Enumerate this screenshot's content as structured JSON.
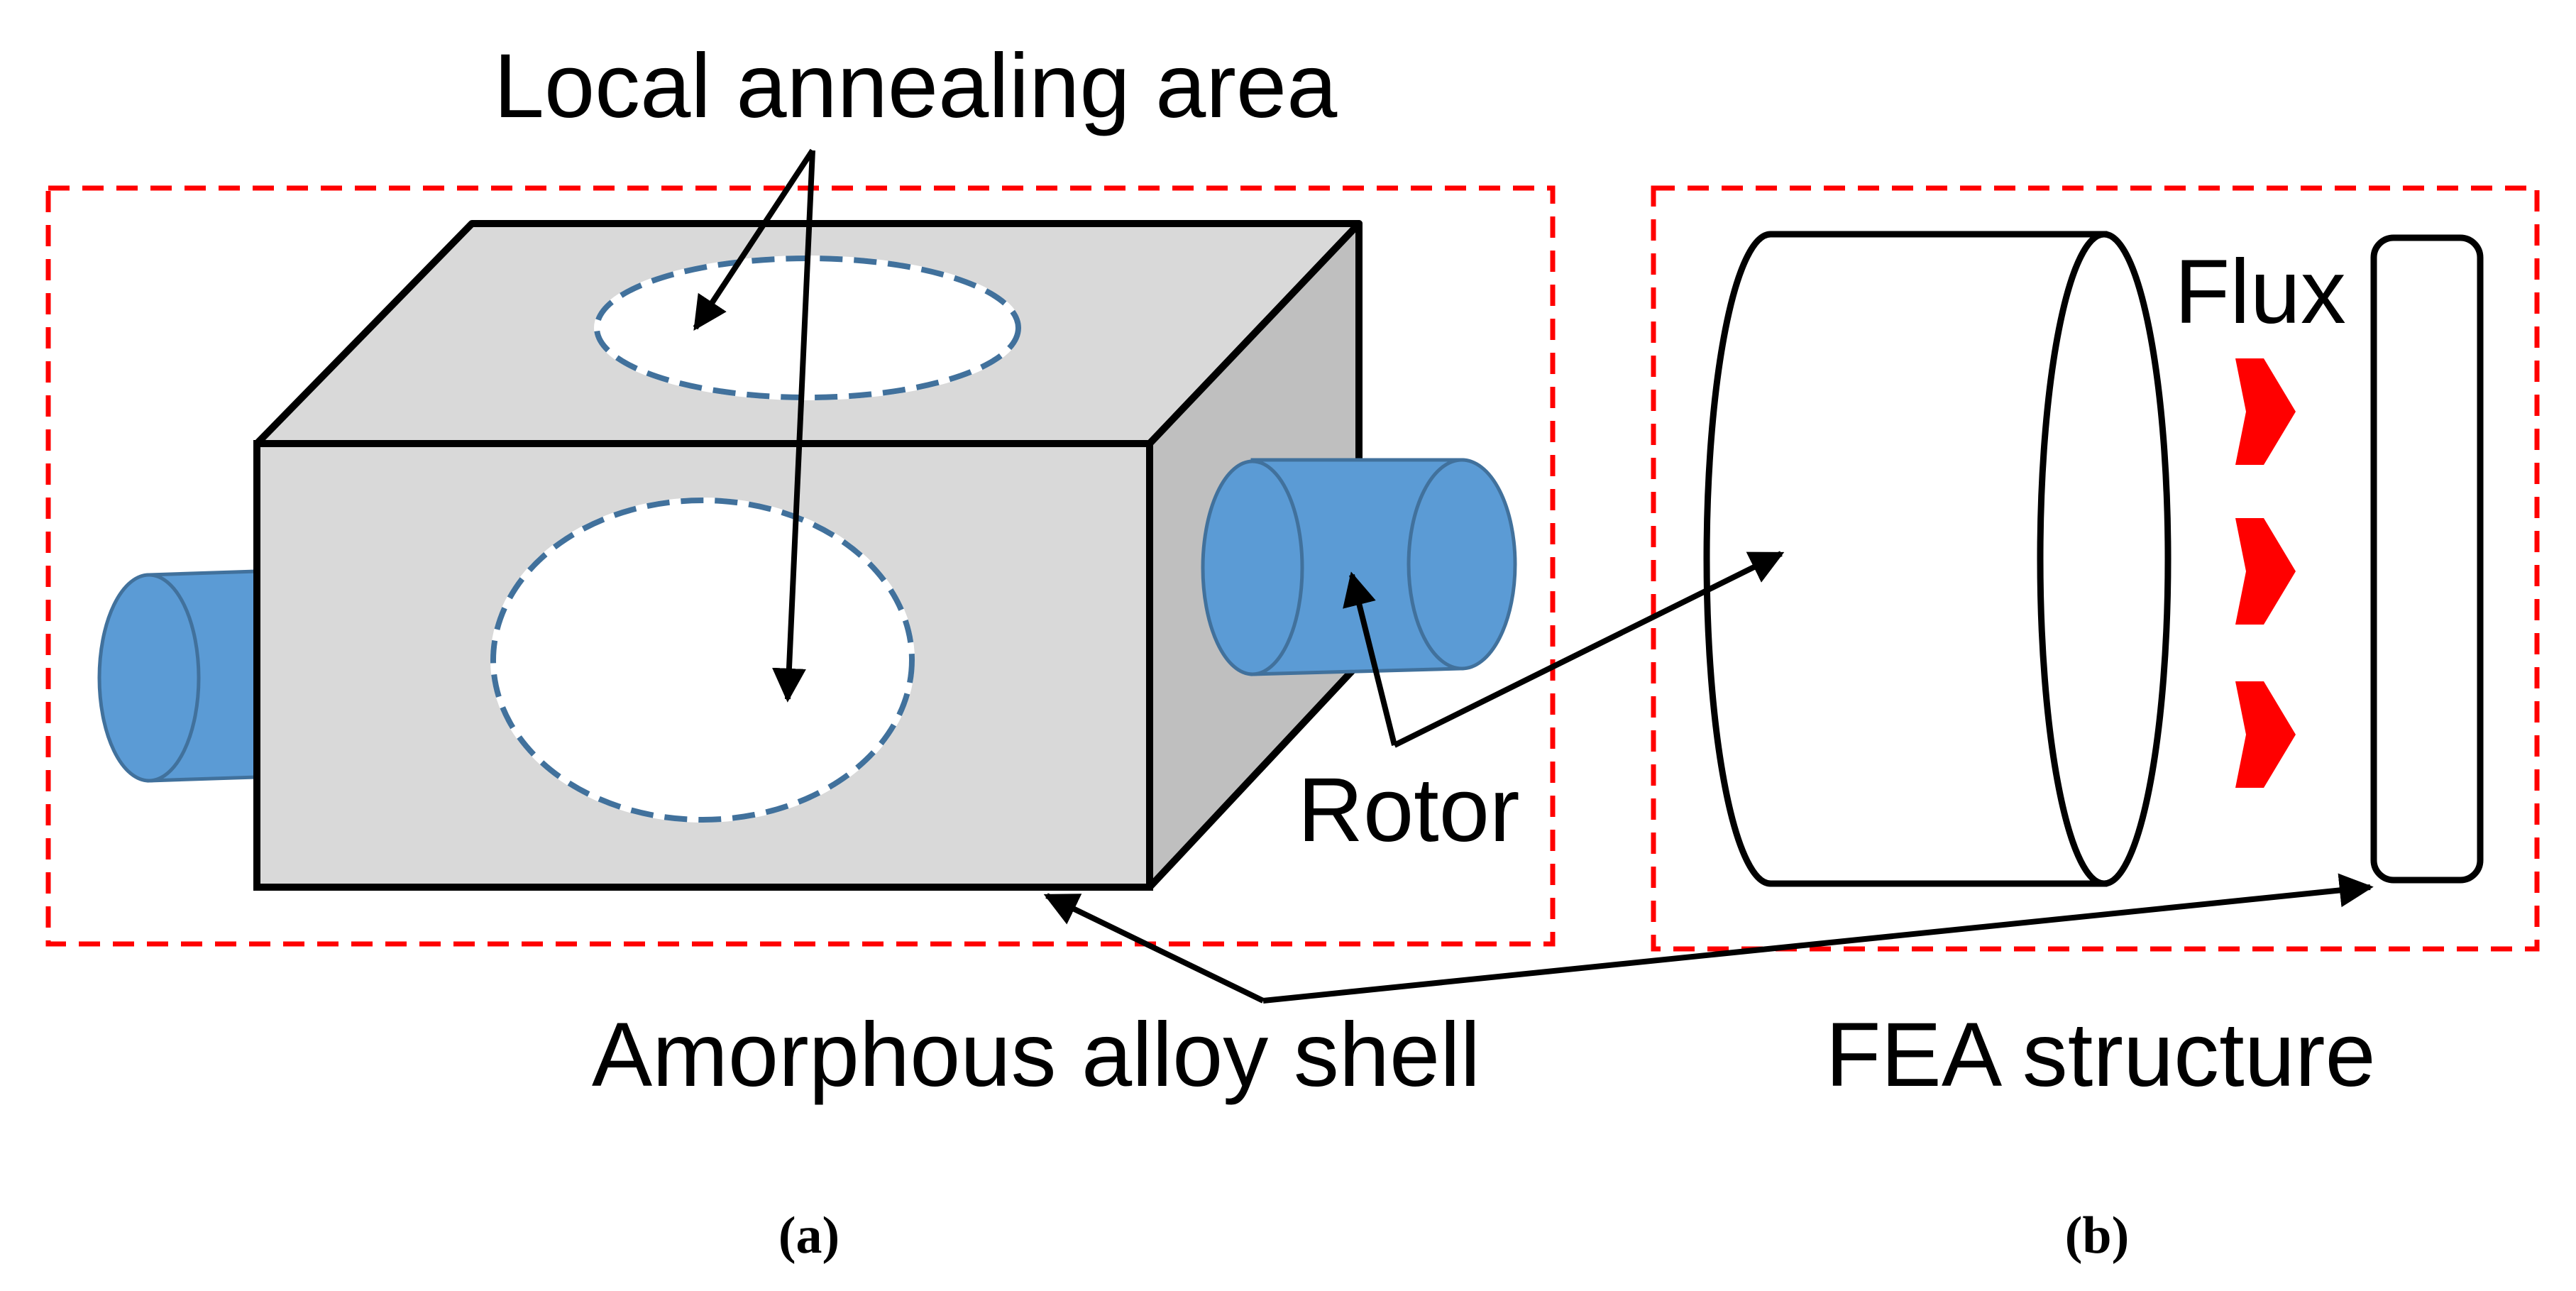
{
  "labels": {
    "local_annealing_area": "Local annealing area",
    "rotor": "Rotor",
    "amorphous_alloy_shell": "Amorphous alloy shell",
    "flux": "Flux",
    "fea_structure": "FEA structure"
  },
  "captions": {
    "a": "(a)",
    "b": "(b)"
  },
  "colors": {
    "frame_dash": "#ff0000",
    "shell_front": "#d9d9d9",
    "shell_side": "#bfbfbf",
    "rotor_fill": "#5b9bd5",
    "rotor_stroke": "#41719c",
    "annealing_dash": "#41719c",
    "flux_arrow": "#ff0000",
    "outline": "#000000"
  }
}
